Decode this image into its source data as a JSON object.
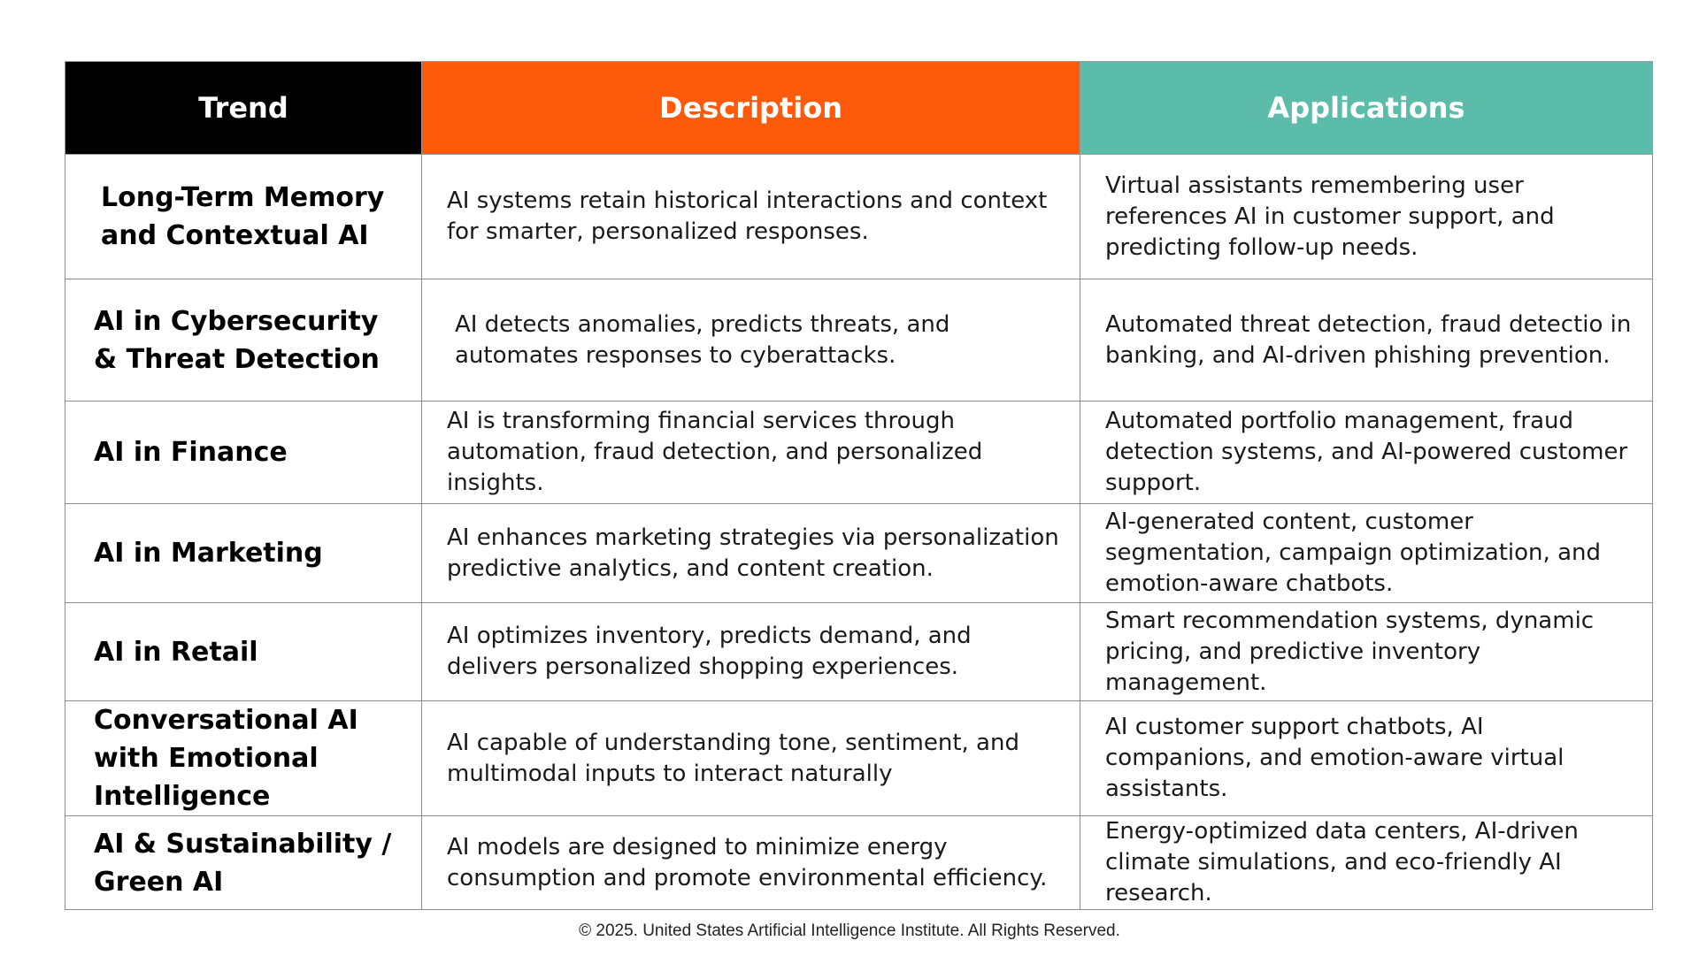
{
  "table": {
    "headers": {
      "trend": "Trend",
      "description": "Description",
      "applications": "Applications"
    },
    "header_colors": {
      "trend": "#000000",
      "description": "#fd5a0b",
      "applications": "#5bbcaa"
    },
    "rows": [
      {
        "trend": "Long-Term Memory and Contextual AI",
        "description": "AI systems retain historical interactions and context for smarter, personalized responses.",
        "applications": "Virtual assistants remembering user references AI in customer support, and predicting follow-up needs."
      },
      {
        "trend": "AI in Cybersecurity & Threat Detection",
        "description": "AI detects anomalies, predicts threats, and automates responses to cyberattacks.",
        "applications": "Automated threat detection, fraud detectio in banking, and AI-driven phishing prevention."
      },
      {
        "trend": "AI in Finance",
        "description": "AI is transforming financial services through automation, fraud detection, and personalized insights.",
        "applications": "Automated portfolio management, fraud detection systems, and AI-powered customer support."
      },
      {
        "trend": "AI in Marketing",
        "description": "AI enhances marketing strategies via personalization predictive analytics, and content creation.",
        "applications": "AI-generated content, customer segmentation, campaign optimization, and emotion-aware chatbots."
      },
      {
        "trend": "AI in Retail",
        "description": "AI optimizes inventory, predicts demand, and delivers personalized shopping experiences.",
        "applications": "Smart recommendation systems, dynamic pricing, and predictive inventory management."
      },
      {
        "trend": "Conversational AI with Emotional Intelligence",
        "description": "AI capable of understanding tone, sentiment, and multimodal inputs to interact naturally",
        "applications": "AI customer support chatbots, AI companions, and emotion-aware virtual assistants."
      },
      {
        "trend": "AI & Sustainability / Green AI",
        "description": "AI models are designed to minimize energy consumption and promote environmental efficiency.",
        "applications": "Energy-optimized data centers, AI-driven climate simulations, and eco-friendly AI research."
      }
    ]
  },
  "footer": {
    "copyright": "© 2025. United States Artificial Intelligence Institute. All Rights Reserved."
  }
}
